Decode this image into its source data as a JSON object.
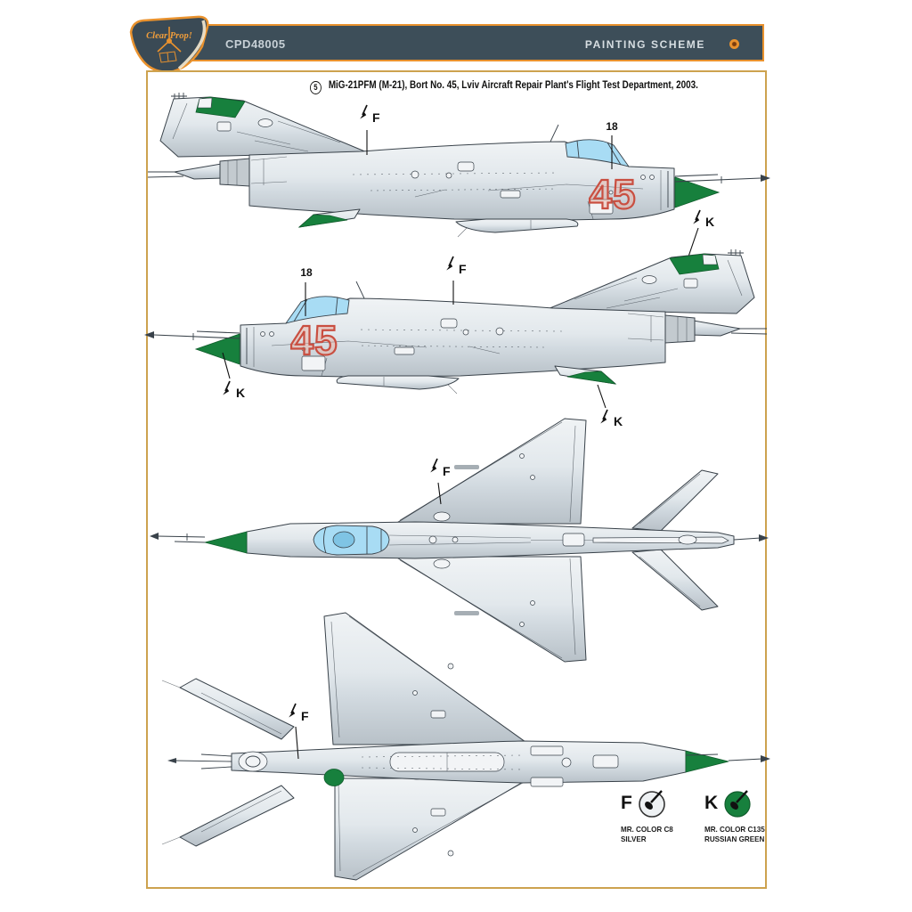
{
  "header": {
    "brand": "Clear Prop!",
    "kit_number": "CPD48005",
    "page_title": "PAINTING SCHEME"
  },
  "scheme": {
    "caption_number": "5",
    "caption_text": "MiG-21PFM (M-21), Bort No. 45, Lviv Aircraft Repair Plant's Flight Test Department, 2003.",
    "bort_number": "45",
    "stencil_number": "18",
    "marker_f": "F",
    "marker_k": "K"
  },
  "legend": {
    "items": [
      {
        "code": "F",
        "paint": "MR. COLOR C8",
        "name": "SILVER",
        "swatch": "#e9edf0"
      },
      {
        "code": "K",
        "paint": "MR. COLOR C135",
        "name": "RUSSIAN GREEN",
        "swatch": "#17803d"
      }
    ]
  },
  "palette": {
    "header_slate": "#3d4e59",
    "accent_orange": "#e9922e",
    "frame_tan": "#cda24f",
    "airframe_silver": "#e3e9ed",
    "russian_green": "#17803d",
    "canopy_blue": "#a8dcf4",
    "bort_red": "#c94f41"
  }
}
